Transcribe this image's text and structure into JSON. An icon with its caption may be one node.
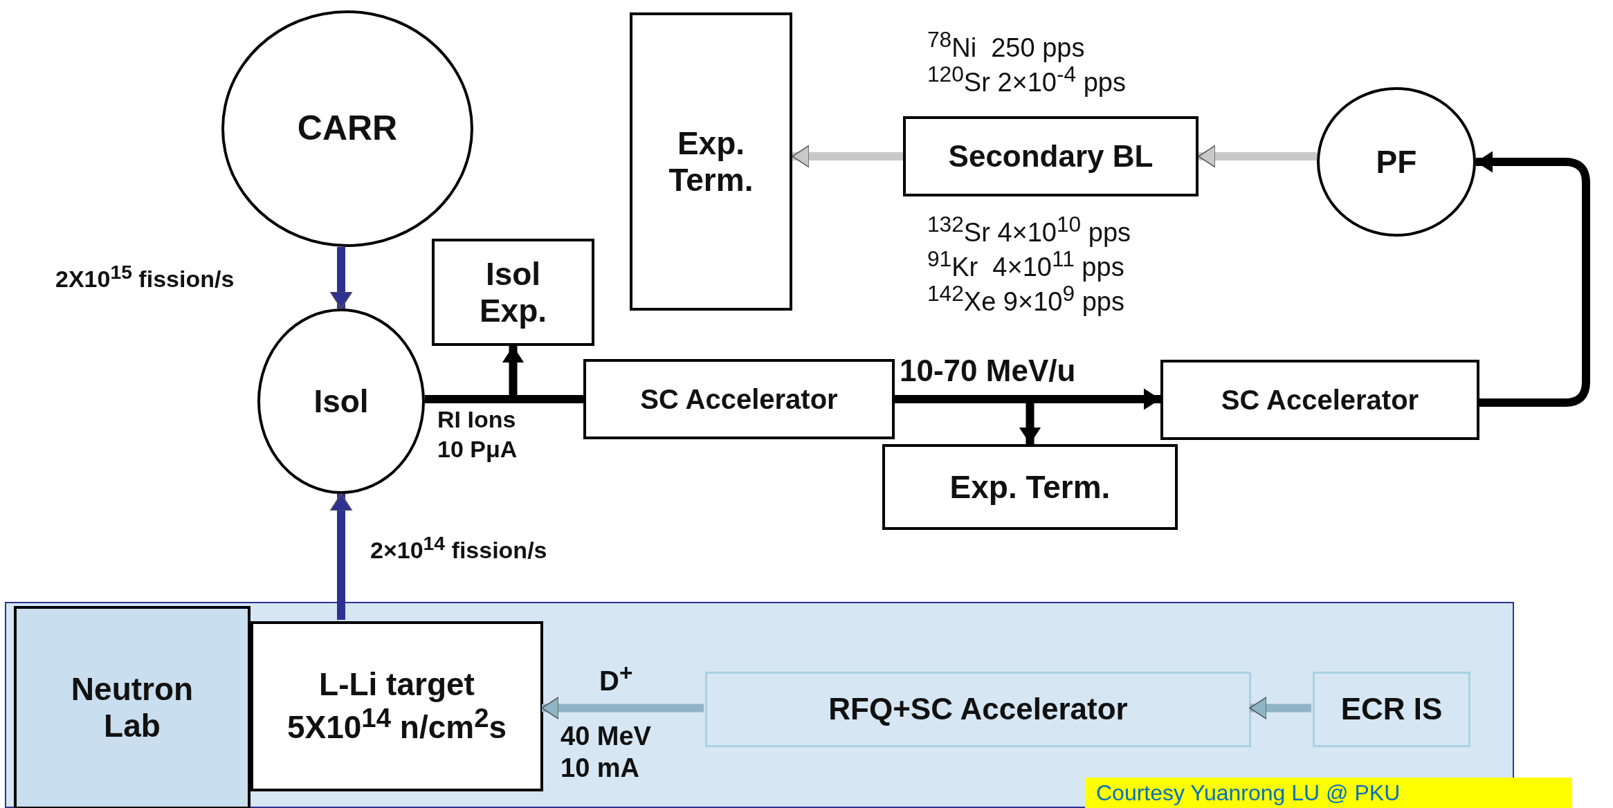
{
  "diagram": {
    "nodes": [
      {
        "text": [
          "CARR"
        ]
      },
      {
        "text": [
          "Exp. Term."
        ]
      },
      {
        "text": [
          "Secondary BL"
        ]
      },
      {
        "text": [
          "PF"
        ]
      },
      {
        "text": [
          "Isol"
        ]
      },
      {
        "text": [
          "Isol Exp."
        ]
      },
      {
        "text": [
          "SC Accelerator"
        ]
      },
      {
        "text": [
          "SC Accelerator"
        ]
      },
      {
        "text": [
          "Exp. Term."
        ]
      },
      {
        "text": [],
        "shape": "box"
      },
      {
        "text": [
          "Neutron Lab"
        ],
        "in": 9
      },
      {
        "text": [
          "L-Li target",
          "5X10$^{14}$ n/cm$^{2}$s"
        ],
        "in": 9
      },
      {
        "text": [
          "RFQ+SC Accelerator"
        ],
        "in": 9
      },
      {
        "text": [
          "ECR IS"
        ],
        "in": 9
      }
    ],
    "edges": [
      {
        "from": 0,
        "to": 4,
        "arrow": "to",
        "label": "2X10$^{15}$ fission/s",
        "color": "#2e3192"
      },
      {
        "from": 11,
        "to": 4,
        "arrow": "to",
        "label": "2×10$^{14}$ fission/s",
        "color": "#2e3192"
      },
      {
        "from": 4,
        "to": 6,
        "arrow": "none",
        "label": "RI Ions 10 PμA"
      },
      {
        "from": 4,
        "to": 5,
        "arrow": "to"
      },
      {
        "from": 6,
        "to": 7,
        "arrow": "to",
        "label": "10-70 MeV/u"
      },
      {
        "from": 6,
        "to": 8,
        "arrow": "to"
      },
      {
        "from": 7,
        "to": 3,
        "arrow": "to"
      },
      {
        "from": 3,
        "to": 2,
        "arrow": "to",
        "color": "#c8c8c8"
      },
      {
        "from": 2,
        "to": 1,
        "arrow": "to",
        "color": "#c8c8c8"
      },
      {
        "from": 13,
        "to": 12,
        "arrow": "to",
        "color": "#8fb4c6"
      },
      {
        "from": 12,
        "to": 11,
        "arrow": "to",
        "label": "D$^{+}$",
        "color": "#8fb4c6"
      }
    ],
    "labels": [
      "$^{78}$Ni  250 pps",
      "$^{120}$Sr 2×10$^{-4}$ pps",
      "$^{132}$Sr 4×10$^{10}$ pps",
      "$^{91}$Kr  4×10$^{11}$ pps",
      "$^{142}$Xe 9×10$^{9}$ pps",
      "40 MeV 10 mA",
      "Courtesy Yuanrong LU @ PKU"
    ]
  }
}
